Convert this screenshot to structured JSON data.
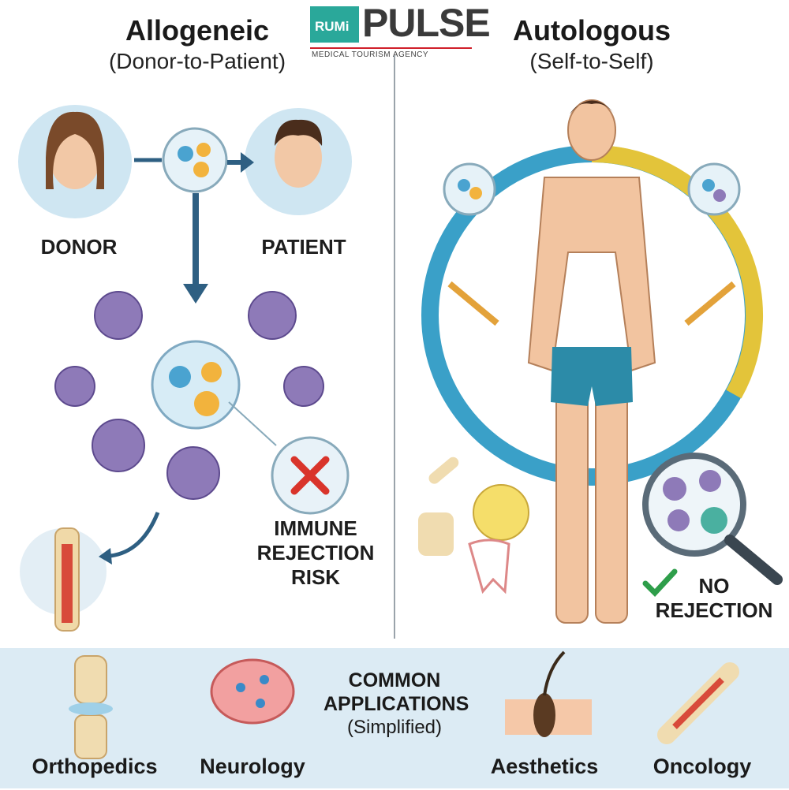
{
  "logo": {
    "brand_left": "RUMi",
    "brand_right": "PULSE",
    "tagline": "MEDICAL TOURISM AGENCY",
    "colors": {
      "teal": "#2aa89a",
      "dark": "#3a3a3a",
      "red": "#d0202a"
    }
  },
  "left": {
    "title": "Allogeneic",
    "subtitle": "(Donor-to-Patient)",
    "donor_label": "DONOR",
    "patient_label": "PATIENT",
    "risk_label": [
      "IMMUNE",
      "REJECTION",
      "RISK"
    ]
  },
  "right": {
    "title": "Autologous",
    "subtitle": "(Self-to-Self)",
    "result_label": [
      "NO",
      "REJECTION"
    ]
  },
  "applications": {
    "heading": [
      "COMMON",
      "APPLICATIONS"
    ],
    "note": "(Simplified)",
    "items": [
      {
        "label": "Orthopedics",
        "icon": "knee-joint-icon"
      },
      {
        "label": "Neurology",
        "icon": "brain-icon"
      },
      {
        "label": "Aesthetics",
        "icon": "hair-follicle-icon"
      },
      {
        "label": "Oncology",
        "icon": "bone-icon"
      }
    ]
  },
  "colors": {
    "band": "#dcebf4",
    "arrow": "#2e5f82",
    "reject": "#d9342b",
    "ok": "#2e9e4a"
  }
}
